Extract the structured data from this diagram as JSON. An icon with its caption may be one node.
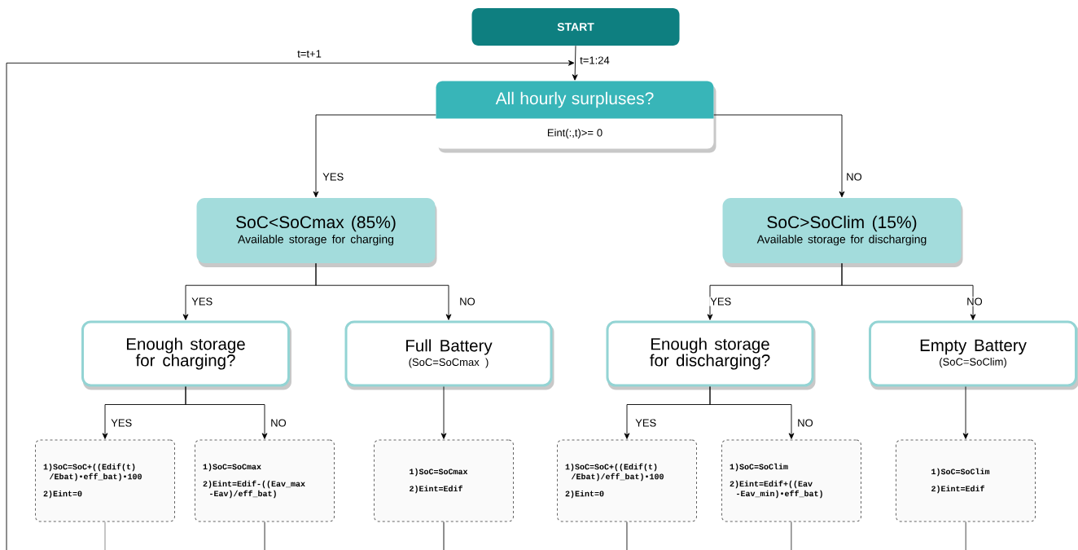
{
  "diagram": {
    "nodes": [
      {
        "text": [
          "START"
        ]
      },
      {
        "text": [
          "All hourly surpluses?",
          "Eint(:,t)>= 0"
        ]
      },
      {
        "text": [
          "SoC<SoCmax (85%)",
          "Available storage for charging"
        ]
      },
      {
        "text": [
          "SoC>SoClim (15%)",
          "Available storage for discharging"
        ]
      },
      {
        "text": [
          "Enough storage for charging?"
        ]
      },
      {
        "text": [
          "Full Battery",
          "(SoC=SoCmax )"
        ]
      },
      {
        "text": [
          "Enough storage for discharging?"
        ]
      },
      {
        "text": [
          "Empty Battery",
          "(SoC=SoClim)"
        ]
      },
      {
        "text": [
          "1)SoC=SoC+((Edif(t) /Ebat)•eff_bat)•100",
          "2)Eint=0"
        ]
      },
      {
        "text": [
          "1)SoC=SoCmax",
          "2)Eint=Edif-((Eav_max -Eav)/eff_bat)"
        ]
      },
      {
        "text": [
          "1)SoC=SoCmax",
          "2)Eint=Edif"
        ]
      },
      {
        "text": [
          "1)SoC=SoC+((Edif(t) /Ebat)/eff_bat)•100",
          "2)Eint=0"
        ]
      },
      {
        "text": [
          "1)SoC=SoClim",
          "2)Eint=Edif+((Eav -Eav_min)•eff_bat)"
        ]
      },
      {
        "text": [
          "1)SoC=SoClim",
          "2)Eint=Edif"
        ]
      }
    ],
    "edges": [
      {
        "from": 0,
        "to": 1,
        "arrow": "to",
        "label": "t=1:24"
      },
      {
        "from": null,
        "to": 1,
        "arrow": "to",
        "label": "t=t+1"
      },
      {
        "from": 1,
        "to": 2,
        "arrow": "to",
        "label": "YES"
      },
      {
        "from": 1,
        "to": 3,
        "arrow": "to",
        "label": "NO"
      },
      {
        "from": 2,
        "to": 4,
        "arrow": "to",
        "label": "YES"
      },
      {
        "from": 2,
        "to": 5,
        "arrow": "to",
        "label": "NO"
      },
      {
        "from": 3,
        "to": 6,
        "arrow": "to",
        "label": "YES"
      },
      {
        "from": 3,
        "to": 7,
        "arrow": "to",
        "label": "NO"
      },
      {
        "from": 4,
        "to": 8,
        "arrow": "to",
        "label": "YES"
      },
      {
        "from": 4,
        "to": 9,
        "arrow": "to",
        "label": "NO"
      },
      {
        "from": 5,
        "to": 10,
        "arrow": "to"
      },
      {
        "from": 6,
        "to": 11,
        "arrow": "to",
        "label": "YES"
      },
      {
        "from": 6,
        "to": 12,
        "arrow": "to",
        "label": "NO"
      },
      {
        "from": 7,
        "to": 13,
        "arrow": "to"
      },
      {
        "from": 8,
        "to": null,
        "arrow": "none"
      },
      {
        "from": 9,
        "to": null,
        "arrow": "none"
      },
      {
        "from": 10,
        "to": null,
        "arrow": "none"
      },
      {
        "from": 11,
        "to": null,
        "arrow": "none"
      },
      {
        "from": 12,
        "to": null,
        "arrow": "none"
      },
      {
        "from": 13,
        "to": null,
        "arrow": "none"
      }
    ]
  }
}
